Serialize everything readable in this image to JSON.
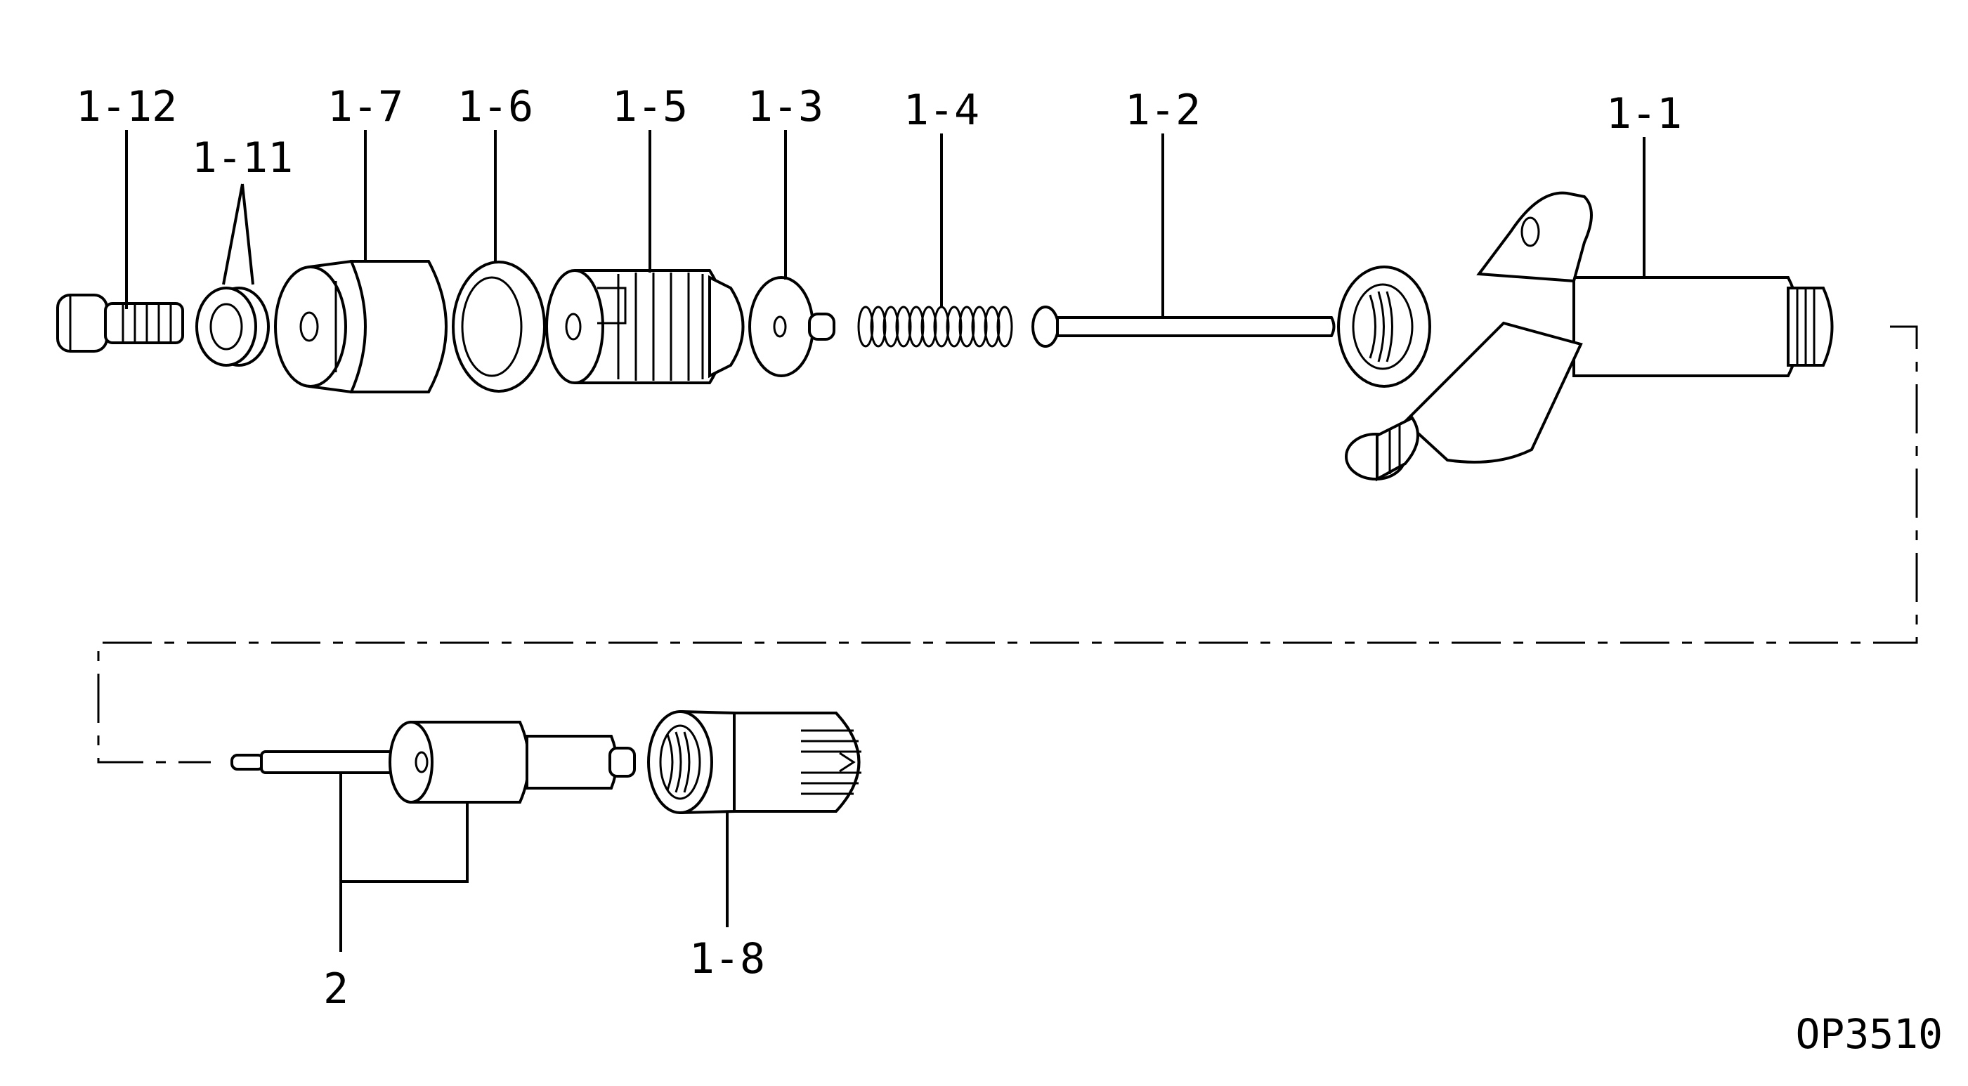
{
  "labels": {
    "p1_12": "1-12",
    "p1_11": "1-11",
    "p1_7": "1-7",
    "p1_6": "1-6",
    "p1_5": "1-5",
    "p1_3": "1-3",
    "p1_4": "1-4",
    "p1_2": "1-2",
    "p1_1": "1-1",
    "p1_8": "1-8",
    "p2": "2"
  },
  "figure_code": "OP3510"
}
